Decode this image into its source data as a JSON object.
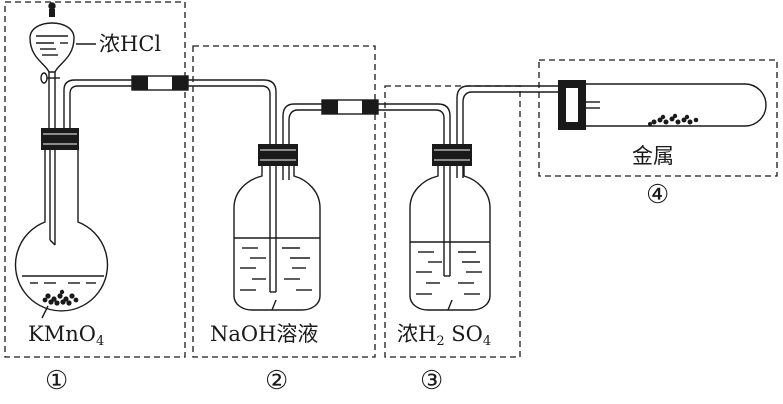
{
  "labels": {
    "funnel_reagent": "浓HCl",
    "flask_reagent_main": "KMnO",
    "flask_reagent_sub": "4",
    "bottle2_reagent": "NaOH溶液",
    "bottle3_reagent_a": "浓H",
    "bottle3_reagent_b": "2",
    "bottle3_reagent_c": "SO",
    "bottle3_reagent_d": "4",
    "tube_reagent": "金属"
  },
  "numbers": {
    "unit1": "①",
    "unit2": "②",
    "unit3": "③",
    "unit4": "④"
  },
  "colors": {
    "line": "#1a1a1a",
    "stopper": "#1a1a1a"
  }
}
